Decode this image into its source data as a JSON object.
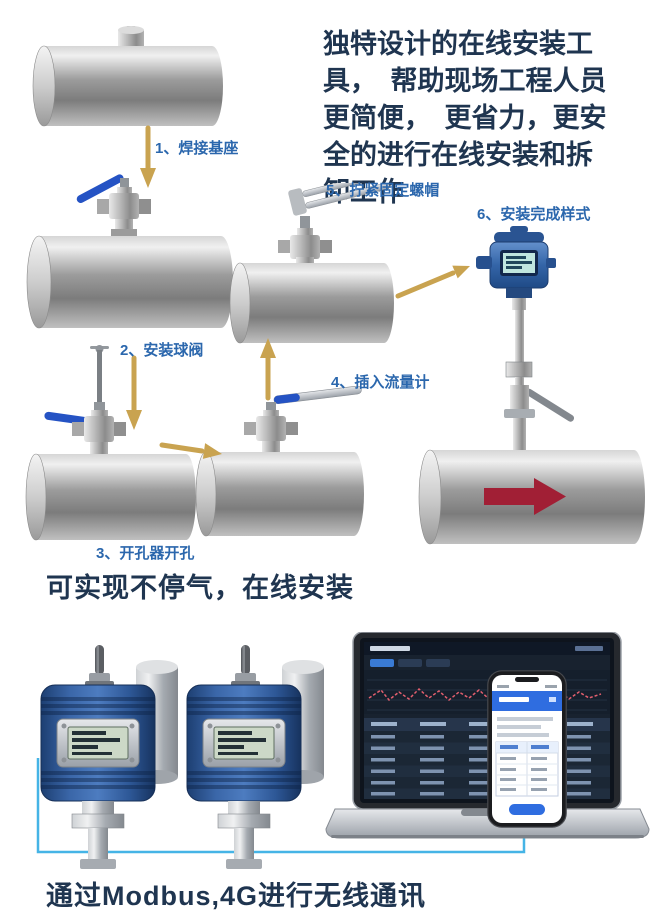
{
  "intro": {
    "text": "独特设计的在线安装工\n具，　帮助现场工程人员\n更简便，　更省力，更安\n全的进行在线安装和拆\n卸工作"
  },
  "steps": [
    {
      "label": "1、焊接基座"
    },
    {
      "label": "2、安装球阀"
    },
    {
      "label": "3、开孔器开孔"
    },
    {
      "label": "4、插入流量计"
    },
    {
      "label": "5、拧紧固定螺帽"
    },
    {
      "label": "6、安装完成样式"
    }
  ],
  "captions": {
    "inline_install": "可实现不停气，在线安装",
    "communication": "通过Modbus,4G进行无线通讯"
  },
  "colors": {
    "heading_text": "#1f3550",
    "step_label_blue": "#2b67ad",
    "arrow_gold": "#c9a350",
    "flow_arrow_red": "#a11f35",
    "device_blue": "#2f5ca8",
    "connection_line_blue": "#45b4e6"
  }
}
